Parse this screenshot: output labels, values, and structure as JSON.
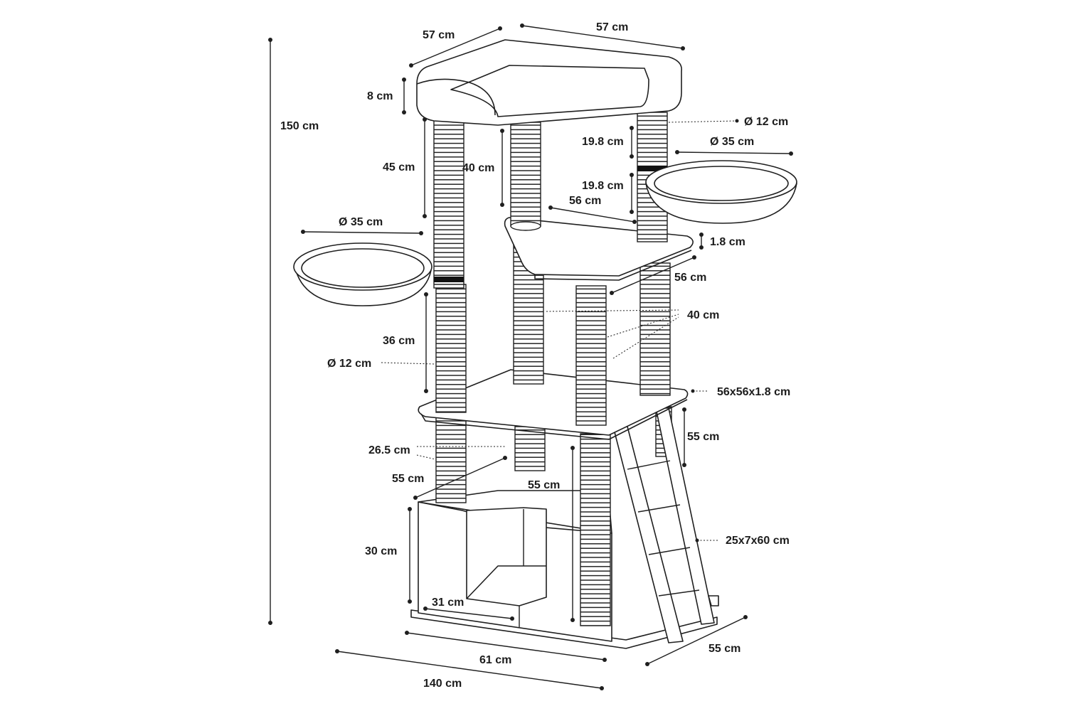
{
  "labels": {
    "top_left_width": "57 cm",
    "top_right_width": "57 cm",
    "top_bed_height": "8 cm",
    "total_height": "150 cm",
    "top_post_diameter": "Ø 12 cm",
    "post_upper_segment": "19.8 cm",
    "right_bowl_diameter": "Ø 35 cm",
    "left_post_top_height": "45 cm",
    "center_post_height": "40 cm",
    "post_lower_segment": "19.8 cm",
    "mid_platform_depth": "56 cm",
    "left_bowl_diameter": "Ø 35 cm",
    "mid_platform_thickness": "1.8 cm",
    "mid_platform_width": "56 cm",
    "lower_posts_height": "40 cm",
    "left_post_lower_height": "36 cm",
    "left_post_diameter": "Ø 12 cm",
    "lower_platform_size": "56x56x1.8 cm",
    "ladder_top_height": "55 cm",
    "short_post_height": "26.5 cm",
    "base_left_post_height": "55 cm",
    "base_center_post_height": "55 cm",
    "ladder_size": "25x7x60 cm",
    "cave_height": "30 cm",
    "cave_depth": "31 cm",
    "base_width": "61 cm",
    "base_depth": "55 cm",
    "total_width": "140 cm"
  }
}
